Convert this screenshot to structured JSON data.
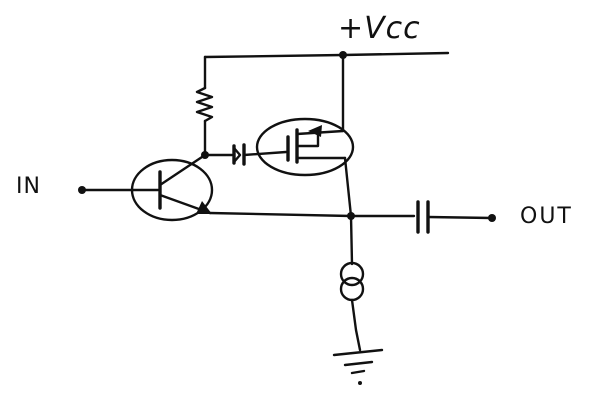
{
  "labels": {
    "vcc": "+Vcc",
    "input": "IN",
    "output": "OUT"
  },
  "colors": {
    "ink": "#111111",
    "background": "#ffffff"
  }
}
